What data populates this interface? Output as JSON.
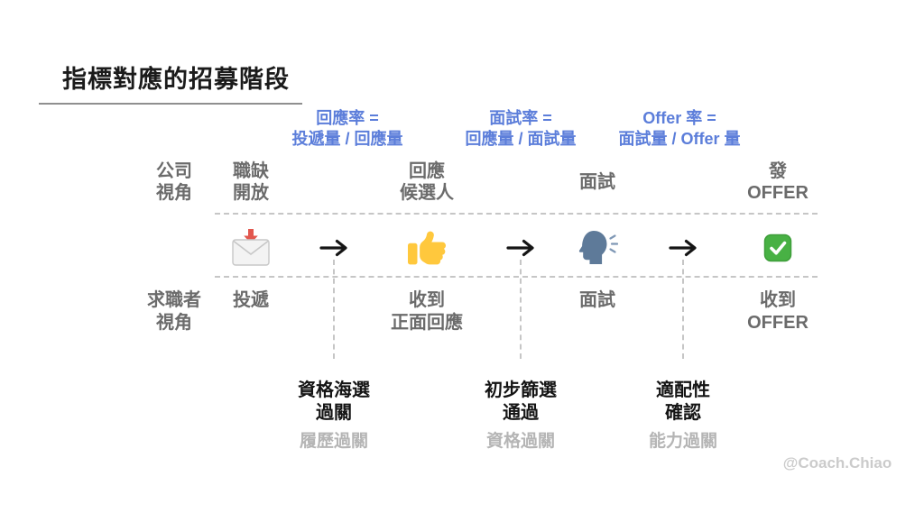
{
  "title": "指標對應的招募階段",
  "watermark": "@Coach.Chiao",
  "colors": {
    "accent_blue": "#5c7eda",
    "stage_text_gray": "#6b6b6b",
    "milestone_black": "#141414",
    "milestone_sub_gray": "#b5b5b5",
    "dashed_line_gray": "#c6c6c6",
    "check_green": "#48b144",
    "thumb_yellow": "#ffc83d",
    "envelope_arrow_red": "#e2574e",
    "head_blue_gray": "#5e7a99"
  },
  "formulas": [
    {
      "id": "response-rate",
      "text": "回應率 =\n投遞量 / 回應量"
    },
    {
      "id": "interview-rate",
      "text": "面試率 =\n回應量 / 面試量"
    },
    {
      "id": "offer-rate",
      "text": "Offer 率 =\n面試量 / Offer 量"
    }
  ],
  "company": {
    "label": "公司\n視角",
    "stages": [
      "職缺\n開放",
      "回應\n候選人",
      "面試",
      "發\nOFFER"
    ]
  },
  "job_seeker": {
    "label": "求職者\n視角",
    "stages": [
      "投遞",
      "收到\n正面回應",
      "面試",
      "收到\nOFFER"
    ]
  },
  "icons": [
    "envelope-arrow-down",
    "arrow-right",
    "thumbs-up",
    "arrow-right",
    "speaking-head",
    "arrow-right",
    "check-mark"
  ],
  "milestones": [
    {
      "main": "資格海選\n過關",
      "sub": "履歷過關"
    },
    {
      "main": "初步篩選\n通過",
      "sub": "資格過關"
    },
    {
      "main": "適配性\n確認",
      "sub": "能力過關"
    }
  ]
}
